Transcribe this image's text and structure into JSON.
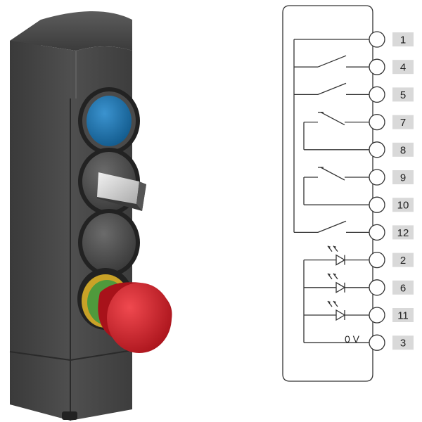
{
  "colors": {
    "housing": "#4a4a4a",
    "housing_dark": "#2f2f2f",
    "housing_light": "#6a6a6a",
    "blue_button": "#1f78b4",
    "grey_button": "#555555",
    "estop_red": "#d81e28",
    "estop_ring_green": "#4f9a3c",
    "estop_ring_yellow": "#c9a227",
    "selector_lever": "#d8d8d8",
    "line": "#333333",
    "label_bg": "#d9d9d9"
  },
  "device": {
    "controls": [
      {
        "name": "blue-pushbutton",
        "icon": "blue-button-icon"
      },
      {
        "name": "selector-switch",
        "icon": "selector-switch-icon"
      },
      {
        "name": "grey-pushbutton",
        "icon": "grey-button-icon"
      },
      {
        "name": "emergency-stop-button",
        "icon": "mushroom-estop-icon"
      }
    ]
  },
  "diagram": {
    "terminals": [
      "1",
      "4",
      "5",
      "7",
      "8",
      "9",
      "10",
      "12",
      "2",
      "6",
      "11",
      "3"
    ],
    "zero_volt_label": "0 V"
  }
}
